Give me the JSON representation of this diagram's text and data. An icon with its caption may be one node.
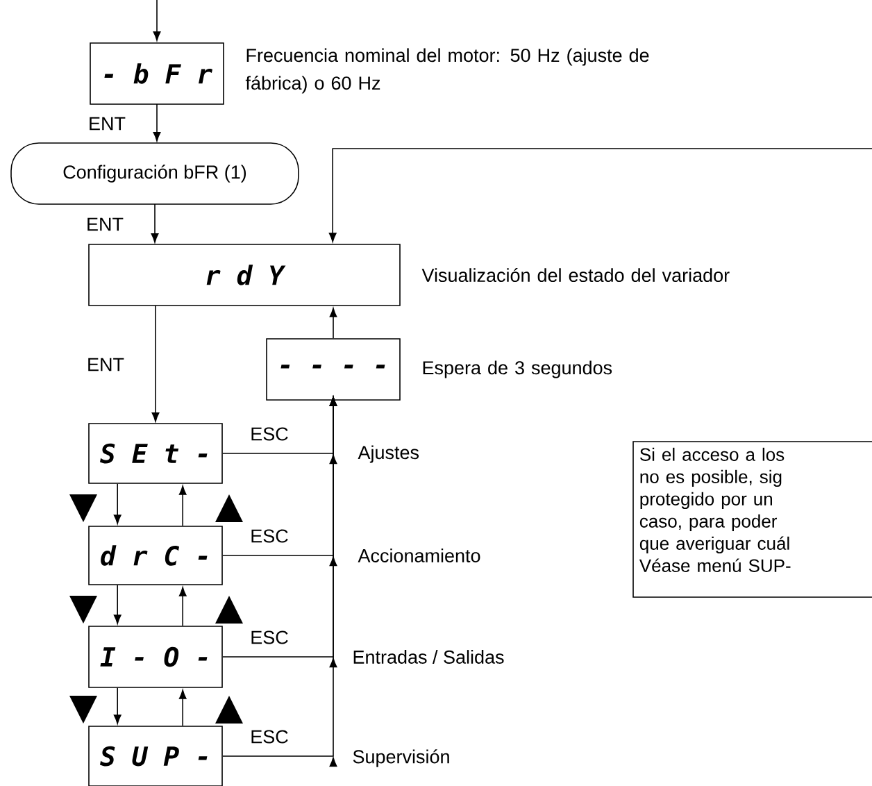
{
  "diagram": {
    "nodes": [
      {
        "text": [
          "- b F r"
        ],
        "beside": [
          "Frecuencia nominal del motor: 50 Hz (ajuste de fábrica) o 60 Hz"
        ]
      },
      {
        "text": [
          "Configuración bFR (1)"
        ]
      },
      {
        "text": [
          "r d Y"
        ],
        "beside": [
          "Visualización del estado del variador"
        ]
      },
      {
        "text": [
          "- - - -"
        ],
        "beside": [
          "Espera de 3 segundos"
        ]
      },
      {
        "text": [
          "S E t -"
        ]
      },
      {
        "text": [
          "d r C -"
        ]
      },
      {
        "text": [
          "I - O -"
        ]
      },
      {
        "text": [
          "S U P -"
        ]
      },
      {
        "text": [
          "Si el acceso a los no es posible, sig protegido por un caso, para poder que averiguar cuál Véase menú SUP-"
        ]
      }
    ],
    "edges": [
      {
        "from": null,
        "to": 0,
        "arrow": "to"
      },
      {
        "from": 0,
        "to": 1,
        "arrow": "to",
        "label": "ENT"
      },
      {
        "from": 1,
        "to": 2,
        "arrow": "to",
        "label": "ENT"
      },
      {
        "from": null,
        "to": 2,
        "arrow": "to"
      },
      {
        "from": 3,
        "to": 2,
        "arrow": "to"
      },
      {
        "from": 2,
        "to": 4,
        "arrow": "to",
        "label": "ENT"
      },
      {
        "from": 4,
        "to": 3,
        "arrow": "to",
        "label": "ESC"
      },
      {
        "from": 5,
        "to": 3,
        "arrow": "to",
        "label": "ESC"
      },
      {
        "from": 6,
        "to": 3,
        "arrow": "to",
        "label": "ESC"
      },
      {
        "from": 7,
        "to": 3,
        "arrow": "to",
        "label": "ESC"
      },
      {
        "from": 4,
        "to": 5,
        "arrow": "to"
      },
      {
        "from": 5,
        "to": 4,
        "arrow": "to"
      },
      {
        "from": 5,
        "to": 6,
        "arrow": "to"
      },
      {
        "from": 6,
        "to": 5,
        "arrow": "to"
      },
      {
        "from": 6,
        "to": 7,
        "arrow": "to"
      },
      {
        "from": 7,
        "to": 6,
        "arrow": "to"
      }
    ],
    "labels": [
      "Ajustes",
      "Accionamiento",
      "Entradas / Salidas",
      "Supervisión"
    ]
  }
}
